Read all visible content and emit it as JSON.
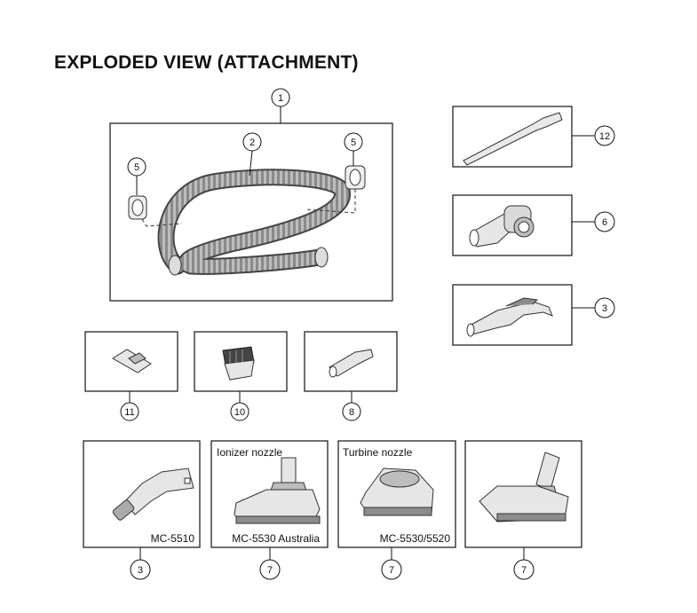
{
  "title": "EXPLODED VIEW (ATTACHMENT)",
  "callouts": {
    "assembly": "1",
    "hose": "2",
    "cuff_left": "5",
    "cuff_right": "5",
    "wand": "12",
    "elbow": "6",
    "handle": "3",
    "upholstery_tool": "11",
    "dusting_brush": "10",
    "crevice_tool": "8",
    "handle_5510": "3",
    "ionizer_nozzle": "7",
    "turbine_nozzle": "7",
    "floor_nozzle": "7"
  },
  "panels": {
    "ionizer_caption": "Ionizer nozzle",
    "turbine_caption": "Turbine nozzle",
    "model_5510": "MC-5510",
    "model_ionizer": "MC-5530 Australia",
    "model_turbine": "MC-5530/5520"
  },
  "colors": {
    "line": "#111111",
    "part_fill": "#e9e9e9",
    "part_dark": "#8c8c8c"
  }
}
